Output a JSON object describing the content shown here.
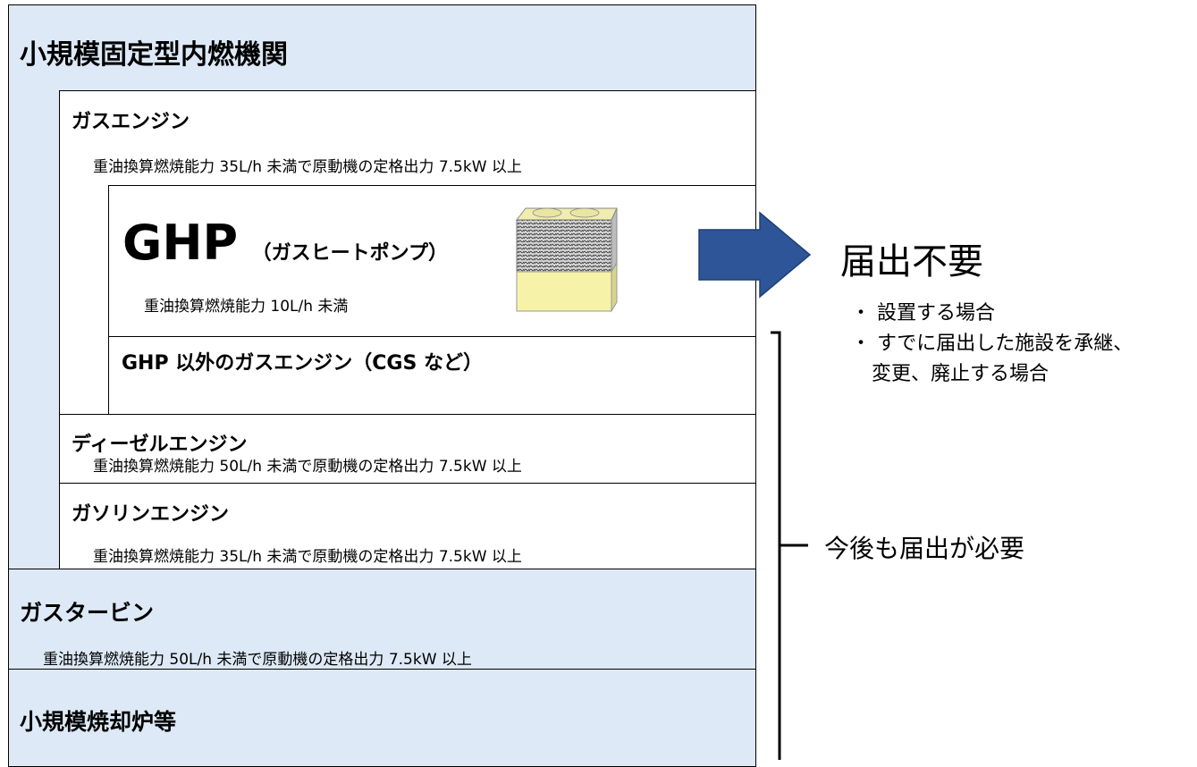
{
  "outer": {
    "title": "小規模固定型内燃機関"
  },
  "gas_engine": {
    "title": "ガスエンジン",
    "desc": "重油換算燃焼能力 35L/h 未満で原動機の定格出力 7.5kW 以上"
  },
  "ghp": {
    "title": "GHP",
    "title_sub": "（ガスヒートポンプ）",
    "desc": "重油換算燃焼能力 10L/h 未満"
  },
  "non_ghp": {
    "title": "GHP 以外のガスエンジン（CGS など）"
  },
  "diesel": {
    "title": "ディーゼルエンジン",
    "desc": "重油換算燃焼能力 50L/h 未満で原動機の定格出力 7.5kW 以上"
  },
  "gasoline": {
    "title": "ガソリンエンジン",
    "desc": "重油換算燃焼能力 35L/h 未満で原動機の定格出力 7.5kW 以上"
  },
  "gas_turbine": {
    "title": "ガスタービン",
    "desc": "重油換算燃焼能力 50L/h 未満で原動機の定格出力 7.5kW 以上"
  },
  "incinerator": {
    "title": "小規模焼却炉等"
  },
  "no_notification": {
    "title": "届出不要",
    "items": [
      "・ 設置する場合",
      "・ すでに届出した施設を承継、",
      "変更、廃止する場合"
    ]
  },
  "need_notification": {
    "label": "今後も届出が必要"
  },
  "colors": {
    "section_fill": "#dde9f6",
    "arrow_fill": "#2e5597",
    "unit_fill": "#f6f3a8"
  }
}
